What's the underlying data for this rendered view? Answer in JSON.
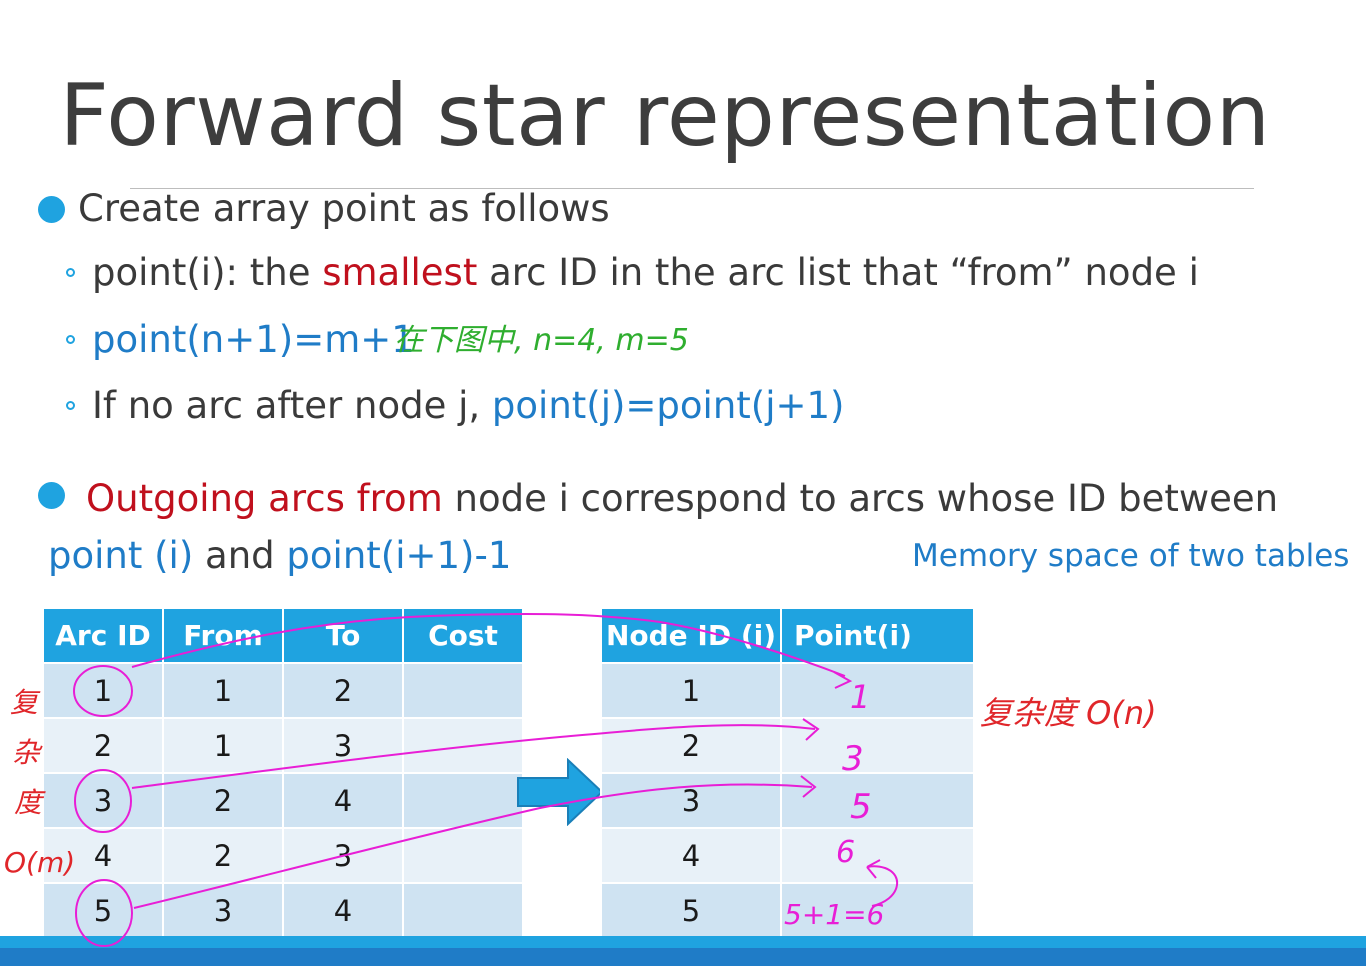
{
  "title": "Forward star representation",
  "bullet1": {
    "text": "Create array point as follows",
    "sub": {
      "s1_a": "point(i): the ",
      "s1_b": "smallest",
      "s1_c": " arc ID in the arc list that “from” node i",
      "s2_a": "point(n+1)=m+1",
      "s3_a": "If no arc after node j, ",
      "s3_b": "point(j)=point(j+1)"
    }
  },
  "bullet2": {
    "a": "Outgoing arcs from",
    "b": " node i correspond to arcs whose ID between",
    "c": "point (i)",
    "d": " and ",
    "e": "point(i+1)-1"
  },
  "memory_note": "Memory space of  two tables",
  "arc_table": {
    "headers": [
      "Arc ID",
      "From",
      "To",
      "Cost"
    ],
    "rows": [
      [
        "1",
        "1",
        "2",
        ""
      ],
      [
        "2",
        "1",
        "3",
        ""
      ],
      [
        "3",
        "2",
        "4",
        ""
      ],
      [
        "4",
        "2",
        "3",
        ""
      ],
      [
        "5",
        "3",
        "4",
        ""
      ]
    ]
  },
  "node_table": {
    "headers": [
      "Node ID (i)",
      "Point(i)"
    ],
    "rows": [
      [
        "1",
        ""
      ],
      [
        "2",
        ""
      ],
      [
        "3",
        ""
      ],
      [
        "4",
        ""
      ],
      [
        "5",
        ""
      ]
    ]
  },
  "handwriting": {
    "green_note": "在下图中, n=4, m=5",
    "complexity_right": "复杂度 O(n)",
    "complexity_left_chars": [
      "复",
      "杂",
      "度"
    ],
    "complexity_left_o": "O(m)",
    "point_values": [
      "1",
      "3",
      "5",
      "6",
      "5+1=6"
    ]
  },
  "colors": {
    "accent": "#1fa3e0",
    "blue_text": "#1f7cc7",
    "red_text": "#c0101d",
    "ink_magenta": "#e81ed6",
    "ink_green": "#2fae2f",
    "ink_red": "#e0262a"
  }
}
